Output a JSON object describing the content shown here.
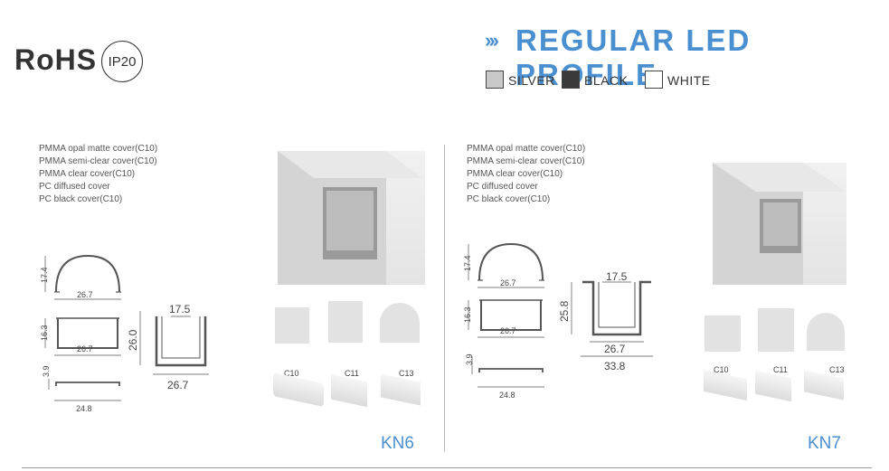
{
  "header": {
    "rohs": "RoHS",
    "ip_rating": "IP20",
    "title_chevrons": "›››",
    "title": "REGULAR LED PROFILE"
  },
  "colors_legend": [
    {
      "label": "SILVER",
      "color": "#c8c8c8"
    },
    {
      "label": "BLACK",
      "color": "#3a3a3a"
    },
    {
      "label": "WHITE",
      "color": "#ffffff"
    }
  ],
  "accent_color": "#4a8fcf",
  "products": [
    {
      "model": "KN6",
      "covers": [
        "PMMA opal matte cover(C10)",
        "PMMA semi-clear cover(C10)",
        "PMMA  clear cover(C10)",
        "PC diffused cover",
        "PC black cover(C10)"
      ],
      "dims": {
        "c10_height": "17.4",
        "c10_width": "26.7",
        "c11_height": "16.3",
        "c11_width": "26.7",
        "c13_height": "3.9",
        "c13_width": "24.8",
        "profile_inner": "17.5",
        "profile_height": "26.0",
        "profile_width": "26.7"
      },
      "cover_codes": [
        "C10",
        "C11",
        "C13"
      ]
    },
    {
      "model": "KN7",
      "covers": [
        "PMMA opal matte cover(C10)",
        "PMMA semi-clear cover(C10)",
        "PMMA  clear cover(C10)",
        "PC diffused cover",
        "PC black cover(C10)"
      ],
      "dims": {
        "c10_height": "17.4",
        "c10_width": "26.7",
        "c11_height": "16.3",
        "c11_width": "26.7",
        "c13_height": "3.9",
        "c13_width": "24.8",
        "profile_inner": "17.5",
        "profile_height": "25.8",
        "profile_width": "26.7",
        "profile_flange": "33.8"
      },
      "cover_codes": [
        "C10",
        "C11",
        "C13"
      ]
    }
  ]
}
